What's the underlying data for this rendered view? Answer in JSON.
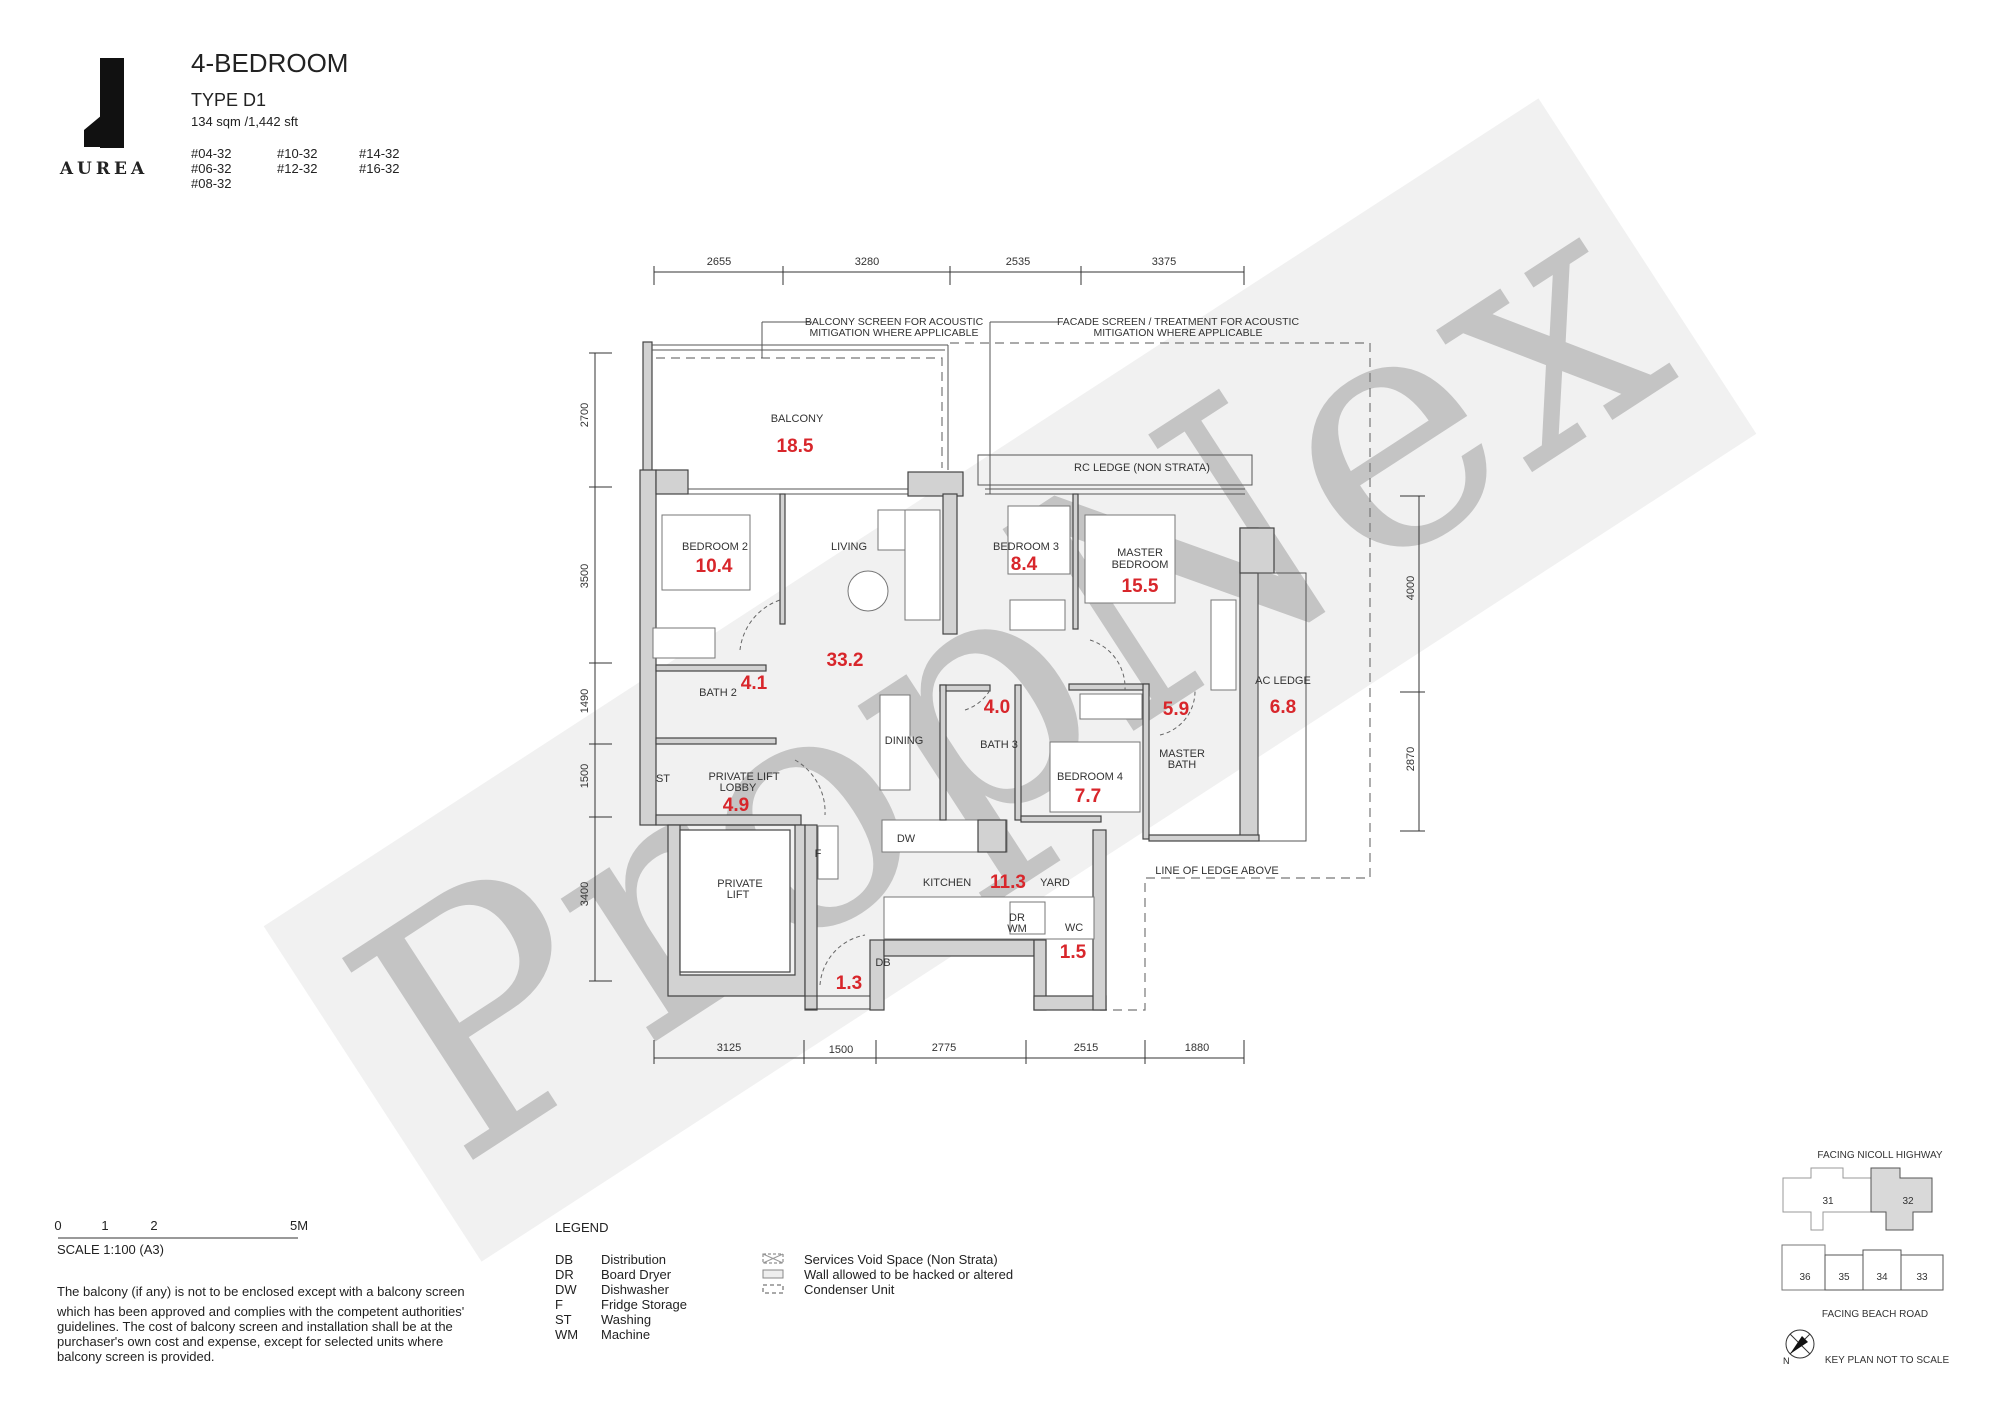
{
  "brand": {
    "name": "AUREA"
  },
  "header": {
    "title": "4-BEDROOM",
    "type": "TYPE D1",
    "size": "134 sqm /1,442 sft",
    "units": [
      "#04-32",
      "#06-32",
      "#08-32",
      "#10-32",
      "#12-32",
      "#14-32",
      "#16-32"
    ]
  },
  "plan": {
    "notes": {
      "balcony_screen": [
        "BALCONY SCREEN FOR ACOUSTIC",
        "MITIGATION WHERE APPLICABLE"
      ],
      "facade_screen": [
        "FACADE SCREEN / TREATMENT FOR ACOUSTIC",
        "MITIGATION WHERE APPLICABLE"
      ],
      "rc_ledge": "RC LEDGE (NON STRATA)",
      "line_of_ledge": "LINE OF LEDGE ABOVE"
    },
    "rooms": {
      "balcony": {
        "label": "BALCONY",
        "area": "18.5"
      },
      "bedroom2": {
        "label": "BEDROOM 2",
        "area": "10.4"
      },
      "living": {
        "label": "LIVING",
        "area": "33.2"
      },
      "bedroom3": {
        "label": "BEDROOM 3",
        "area": "8.4"
      },
      "master_bedroom": {
        "label1": "MASTER",
        "label2": "BEDROOM",
        "area": "15.5"
      },
      "ac_ledge": {
        "label": "AC LEDGE",
        "area": "6.8"
      },
      "bath2": {
        "label": "BATH 2",
        "area": "4.1"
      },
      "dining": {
        "label": "DINING"
      },
      "bath3": {
        "label": "BATH 3",
        "area": "4.0"
      },
      "master_bath": {
        "label1": "MASTER",
        "label2": "BATH",
        "area": "5.9"
      },
      "bedroom4": {
        "label": "BEDROOM 4",
        "area": "7.7"
      },
      "st": {
        "label": "ST"
      },
      "lift_lobby": {
        "label1": "PRIVATE LIFT",
        "label2": "LOBBY",
        "area": "4.9"
      },
      "dw": {
        "label": "DW"
      },
      "f": {
        "label": "F"
      },
      "private_lift": {
        "label1": "PRIVATE",
        "label2": "LIFT"
      },
      "kitchen": {
        "label": "KITCHEN",
        "area": "11.3"
      },
      "yard": {
        "label": "YARD"
      },
      "drwm": {
        "label1": "DR",
        "label2": "WM"
      },
      "wc": {
        "label": "WC",
        "area": "1.5"
      },
      "db": {
        "label": "DB"
      },
      "entry": {
        "area": "1.3"
      }
    },
    "dimensions": {
      "top": [
        "2655",
        "3280",
        "2535",
        "3375"
      ],
      "bottom": [
        "3125",
        "1500",
        "2775",
        "2515",
        "1880"
      ],
      "left": [
        "2700",
        "3500",
        "1490",
        "1500",
        "3400"
      ],
      "right": [
        "4000",
        "2870"
      ]
    }
  },
  "scale": {
    "ticks": [
      "0",
      "1",
      "2",
      "5M"
    ],
    "label": "SCALE 1:100 (A3)"
  },
  "disclaimer": [
    "The balcony (if any) is not to be enclosed except with a balcony screen",
    "which has been approved and complies with the competent authorities'",
    "guidelines. The cost of balcony screen and installation shall be at the",
    "purchaser's own cost and expense, except for selected units where",
    "balcony screen is provided."
  ],
  "legend": {
    "title": "LEGEND",
    "codes": [
      {
        "code": "DB",
        "desc": "Distribution"
      },
      {
        "code": "DR",
        "desc": "Board Dryer"
      },
      {
        "code": "DW",
        "desc": "Dishwasher"
      },
      {
        "code": "F",
        "desc": "Fridge Storage"
      },
      {
        "code": "ST",
        "desc": "Washing"
      },
      {
        "code": "WM",
        "desc": "Machine"
      }
    ],
    "symbols": [
      {
        "icon": "services-void-icon",
        "desc": "Services Void Space (Non Strata)"
      },
      {
        "icon": "hackable-wall-icon",
        "desc": "Wall allowed to be hacked or altered"
      },
      {
        "icon": "condenser-unit-icon",
        "desc": "Condenser Unit"
      }
    ]
  },
  "key_plan": {
    "top_label": "FACING NICOLL HIGHWAY",
    "bottom_label": "FACING BEACH ROAD",
    "units": [
      "31",
      "32",
      "36",
      "35",
      "34",
      "33"
    ],
    "highlighted": "32",
    "note": "KEY PLAN NOT TO SCALE",
    "north": "N"
  },
  "watermark": "PropNex",
  "colors": {
    "area": "#d8262b",
    "wall": "#d2d2d2",
    "highlight": "#d9d9d9"
  }
}
